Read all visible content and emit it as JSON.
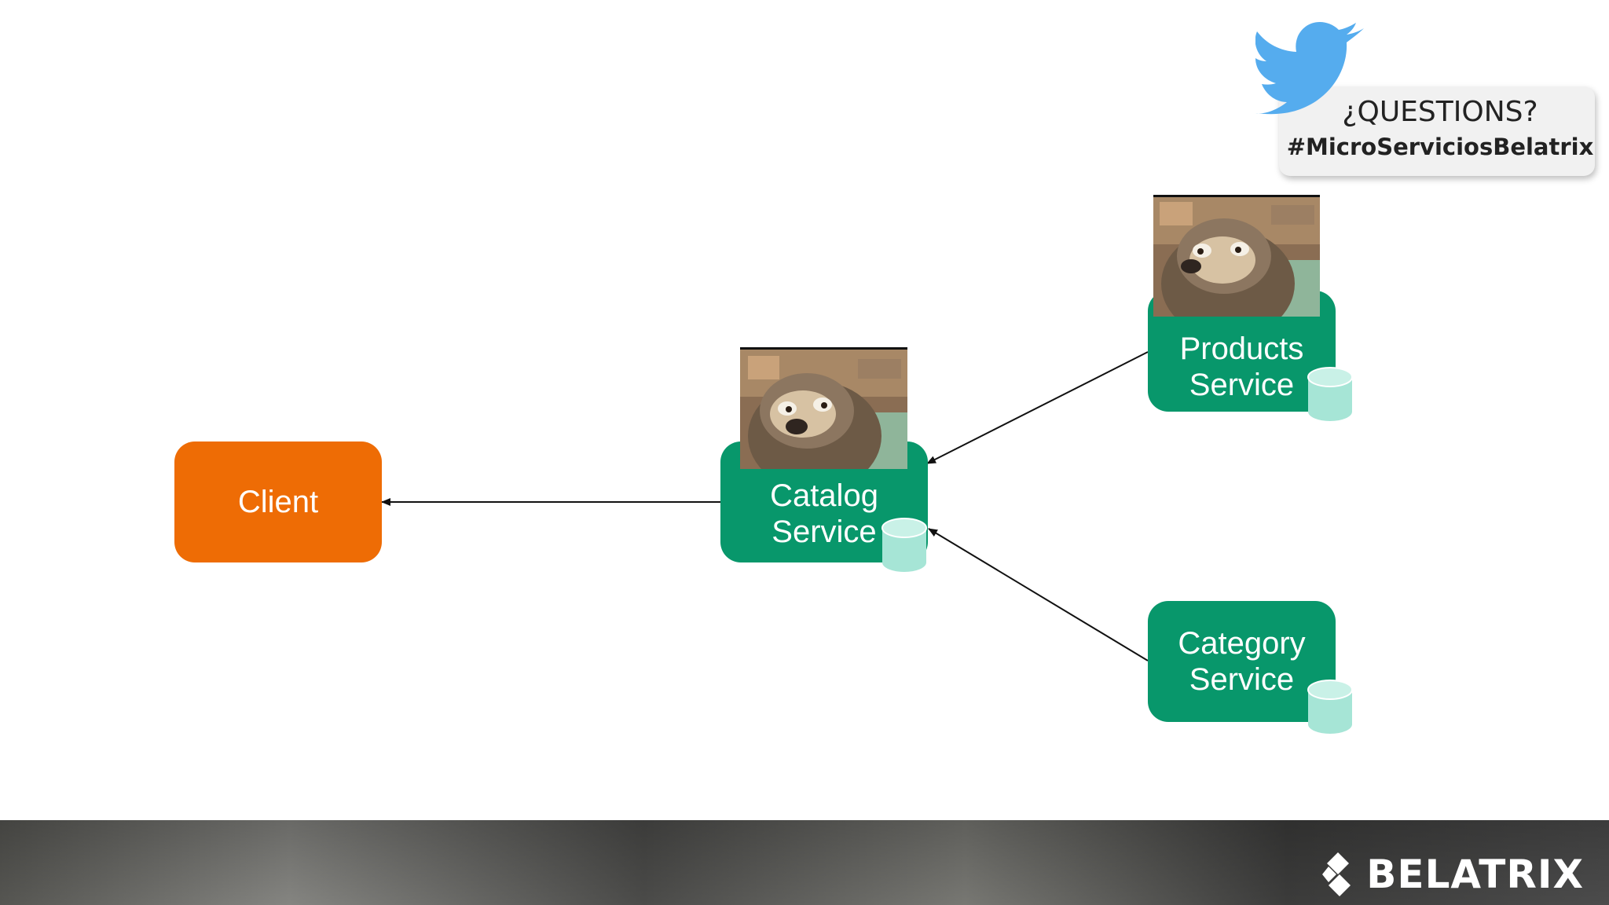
{
  "social": {
    "icon": "twitter-bird-icon",
    "question": "¿QUESTIONS?",
    "hashtag": "#MicroServiciosBelatrix"
  },
  "diagram": {
    "client": {
      "label": "Client",
      "color": "#ee6c05"
    },
    "catalog": {
      "line1": "Catalog",
      "line2": "Service",
      "color": "#08976b"
    },
    "products": {
      "line1": "Products",
      "line2": "Service",
      "color": "#08976b"
    },
    "category": {
      "line1": "Category",
      "line2": "Service",
      "color": "#08976b"
    },
    "database_color": "#a6e5d6",
    "edges": [
      {
        "from": "products",
        "to": "catalog"
      },
      {
        "from": "category",
        "to": "catalog"
      },
      {
        "from": "catalog",
        "to": "client"
      }
    ]
  },
  "footer": {
    "brand": "BELATRIX",
    "logo_icon": "belatrix-diamond-icon"
  }
}
